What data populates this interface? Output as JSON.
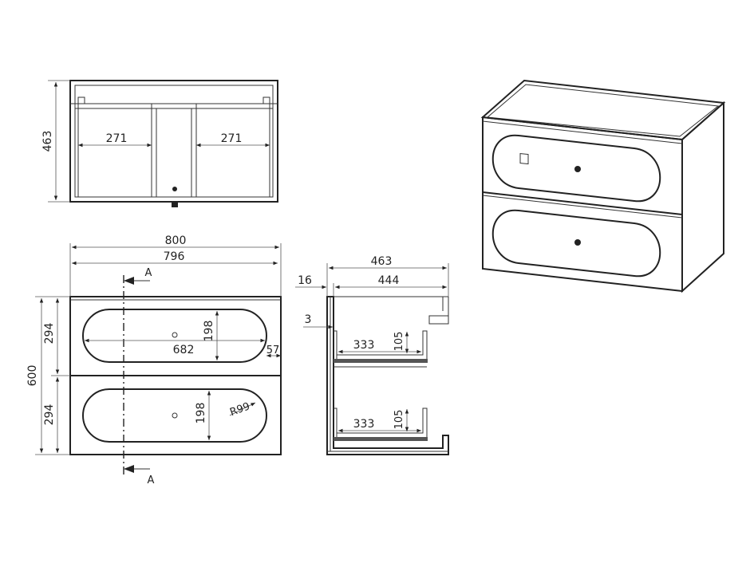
{
  "top_view": {
    "overall_depth": "463",
    "left_inner_width": "271",
    "right_inner_width": "271"
  },
  "front_view": {
    "overall_width": "800",
    "front_width": "796",
    "overall_height": "600",
    "upper_drawer_height": "294",
    "lower_drawer_height": "294",
    "oval_width": "682",
    "oval_height_upper": "198",
    "oval_height_lower": "198",
    "oval_edge_offset": "57",
    "oval_radius": "R99",
    "section_label_top": "A",
    "section_label_bottom": "A"
  },
  "side_section": {
    "overall_depth": "463",
    "inner_depth": "444",
    "front_thickness": "16",
    "gap": "3",
    "upper_drawer_depth": "333",
    "upper_drawer_height": "105",
    "lower_drawer_depth": "333",
    "lower_drawer_height": "105"
  },
  "colors": {
    "line": "#222222",
    "background": "#ffffff"
  }
}
